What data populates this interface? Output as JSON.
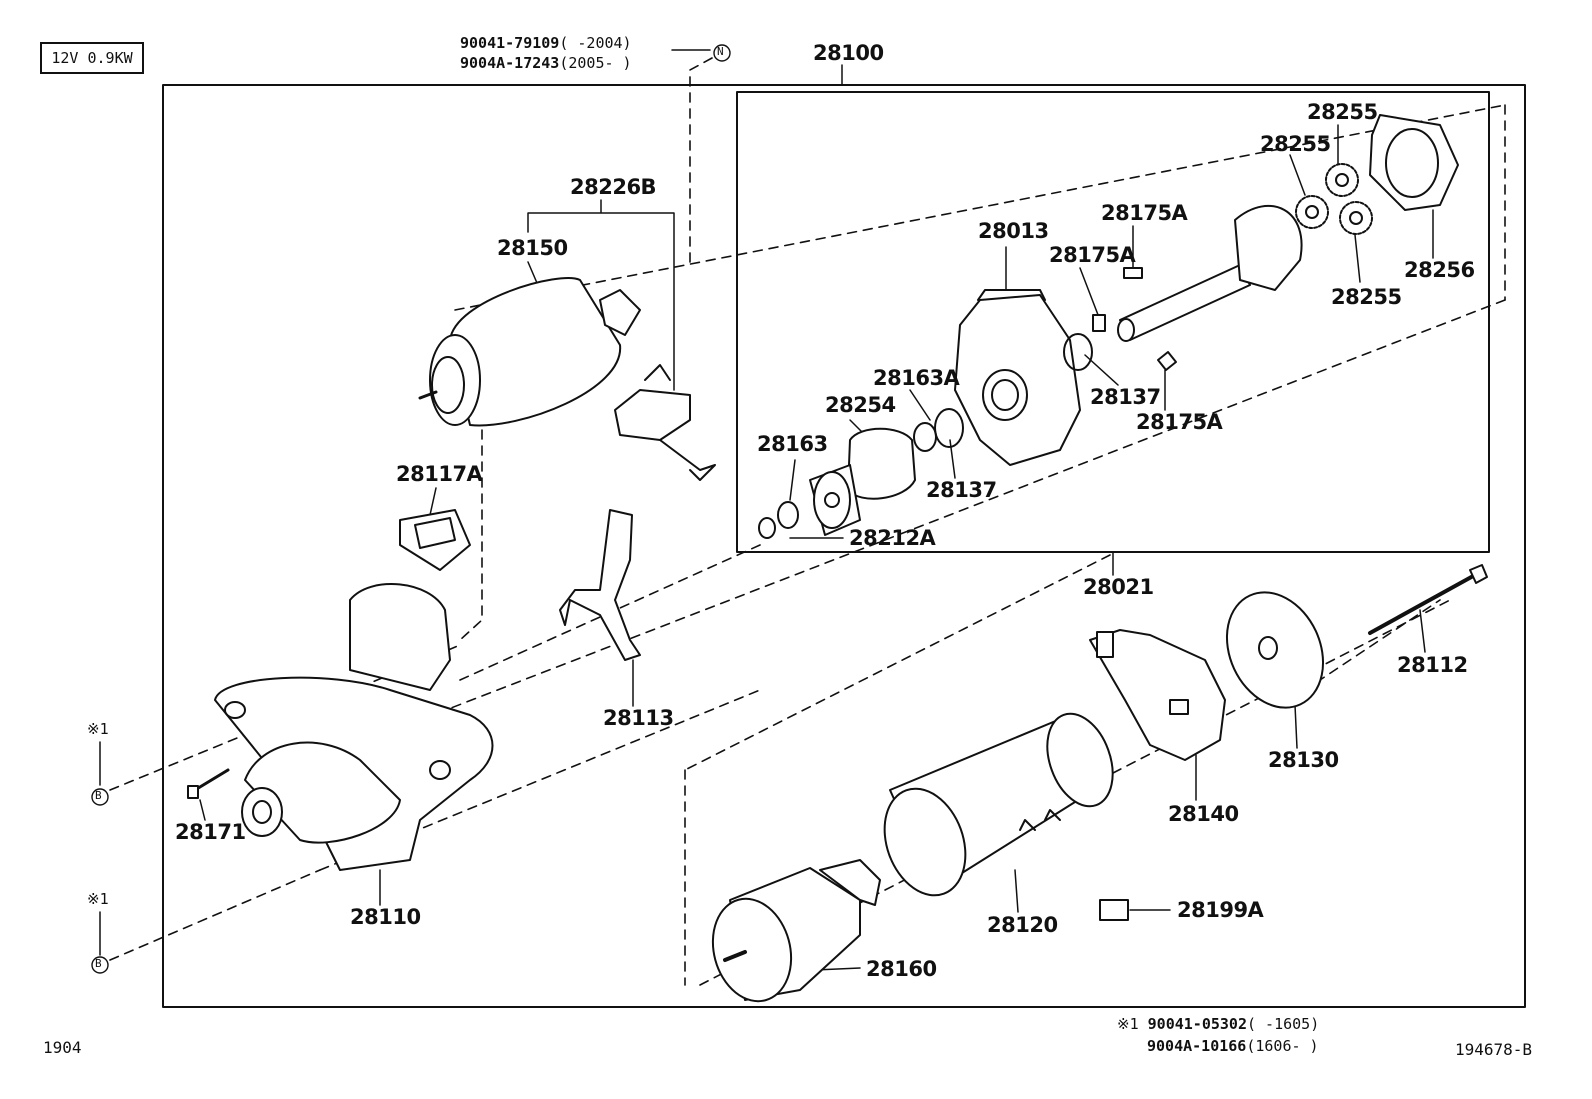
{
  "spec": "12V 0.9KW",
  "footer": {
    "code_left": "1904",
    "code_right": "194678-B"
  },
  "bolt_note_top": {
    "line1_part": "90041-79109",
    "line1_range": "(      -2004)",
    "line2_part": "9004A-17243",
    "line2_range": "(2005-      )",
    "marker": "N"
  },
  "bolt_note_bottom": {
    "mark": "※1",
    "line1_part": "90041-05302",
    "line1_range": "(      -1605)",
    "line2_part": "9004A-10166",
    "line2_range": "(1606-      )"
  },
  "ref_markers": {
    "star": "※1",
    "circle": "B"
  },
  "labels": {
    "p28100": "28100",
    "p28226B": "28226B",
    "p28150": "28150",
    "p28117A": "28117A",
    "p28113": "28113",
    "p28110": "28110",
    "p28171": "28171",
    "p28013": "28013",
    "p28175A_1": "28175A",
    "p28175A_2": "28175A",
    "p28175A_3": "28175A",
    "p28255_1": "28255",
    "p28255_2": "28255",
    "p28255_3": "28255",
    "p28256": "28256",
    "p28137_1": "28137",
    "p28137_2": "28137",
    "p28163A": "28163A",
    "p28254": "28254",
    "p28163": "28163",
    "p28212A": "28212A",
    "p28021": "28021",
    "p28112": "28112",
    "p28130": "28130",
    "p28140": "28140",
    "p28120": "28120",
    "p28199A": "28199A",
    "p28160": "28160"
  }
}
